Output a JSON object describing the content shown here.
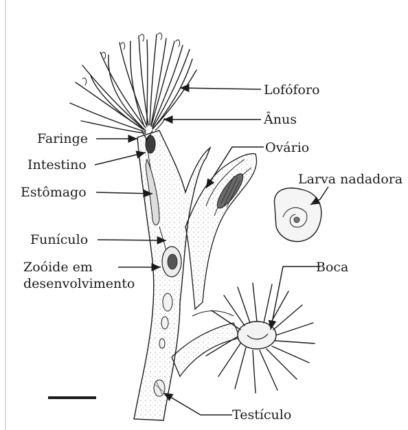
{
  "labels": {
    "lofoforo": "Lofóforo",
    "anus": "Ânus",
    "ovario": "Ovário",
    "larva": "Larva nadadora",
    "boca": "Boca",
    "testiculo": "Testículo",
    "faringe": "Faringe",
    "intestino": "Intestino",
    "estomago": "Estômago",
    "funiculo": "Funículo",
    "zooide_line1": "Zoóide em",
    "zooide_line2": "desenvolvimento"
  },
  "colors": {
    "ink": "#1a1a1a",
    "shade": "#555555",
    "paper": "#ffffff"
  }
}
